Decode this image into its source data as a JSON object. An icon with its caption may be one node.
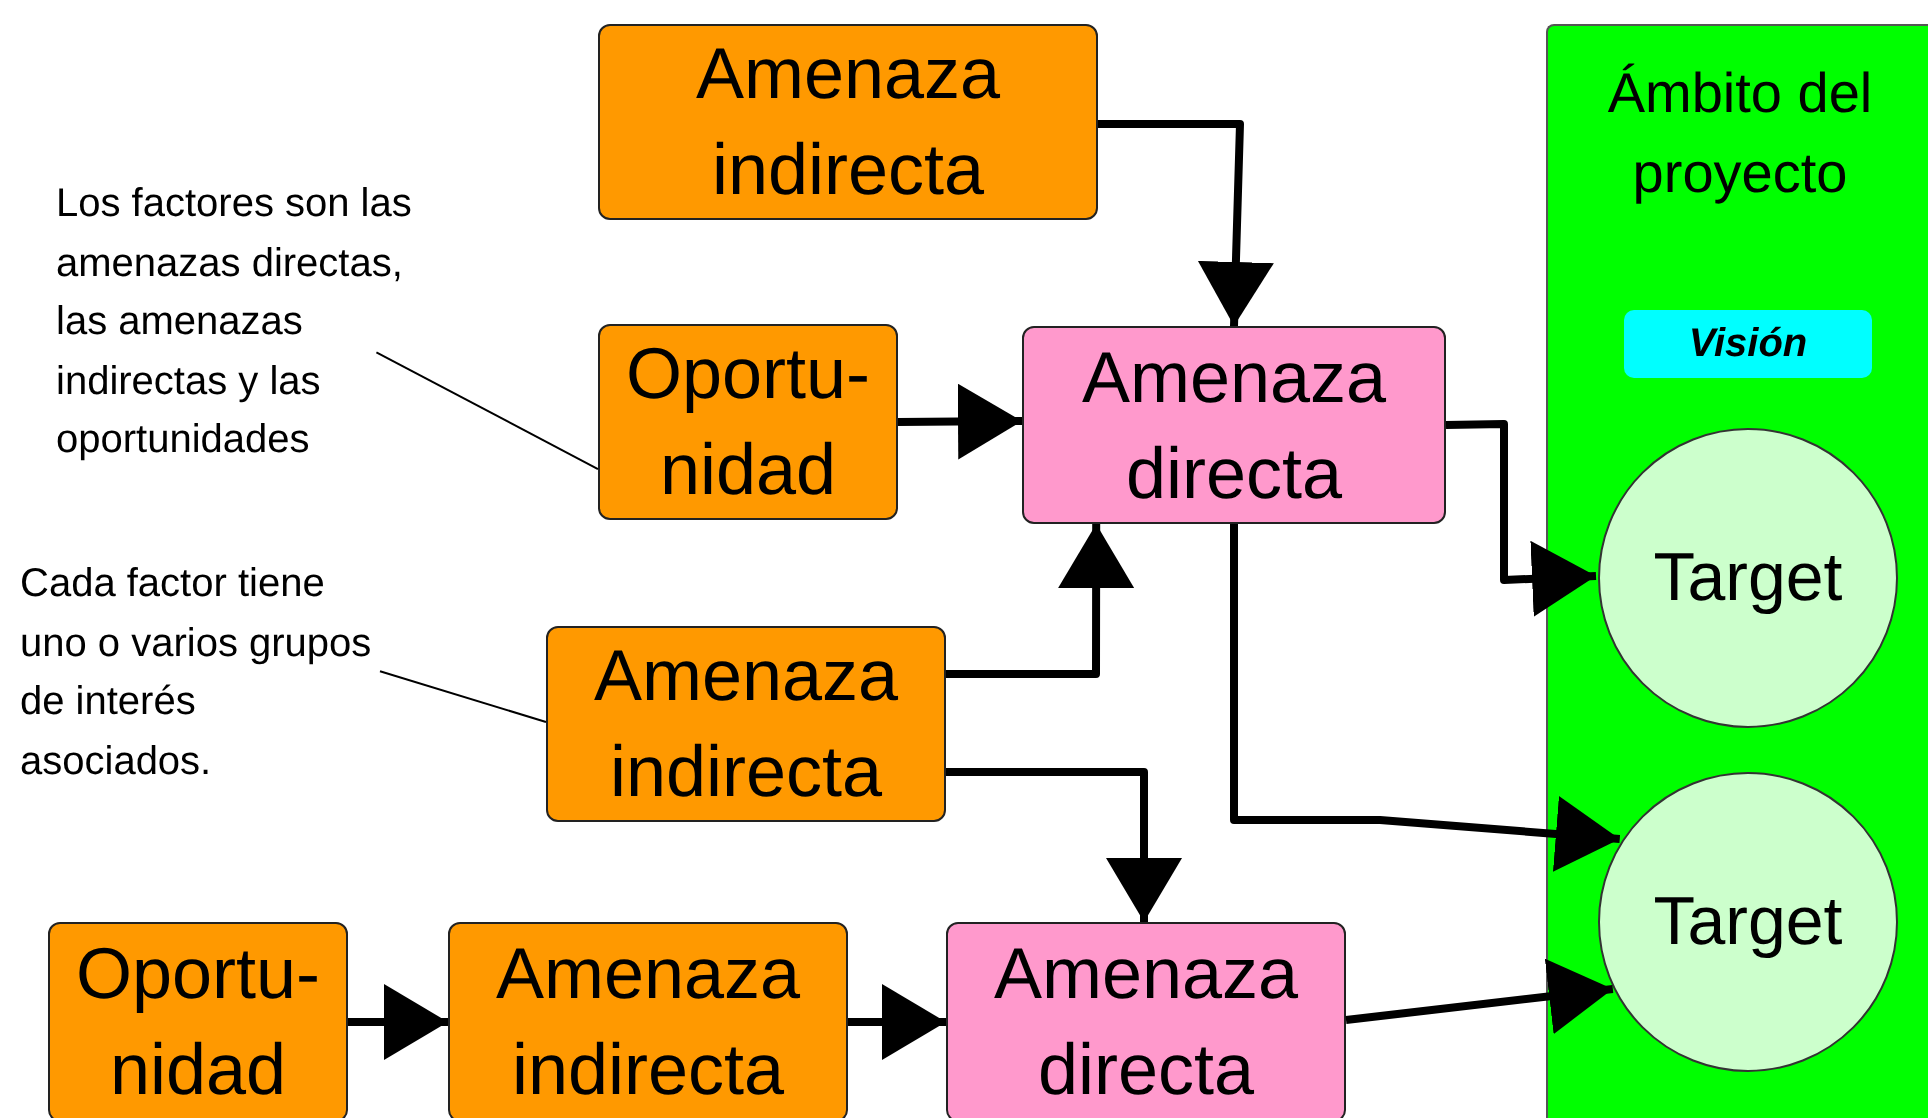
{
  "diagram": {
    "nodes": [
      {
        "text": [
          "Amenaza indirecta"
        ]
      },
      {
        "text": [
          "Los factores son las amenazas directas, las amenazas indirectas y las oportunidades"
        ]
      },
      {
        "text": [
          "Oportu- nidad"
        ]
      },
      {
        "text": [
          "Amenaza directa"
        ]
      },
      {
        "text": [
          "Cada factor tiene uno o varios grupos de interés asociados."
        ]
      },
      {
        "text": [
          "Amenaza indirecta"
        ]
      },
      {
        "text": [
          "Oportu- nidad"
        ]
      },
      {
        "text": [
          "Amenaza indirecta"
        ]
      },
      {
        "text": [
          "Amenaza directa"
        ]
      },
      {
        "text": [
          "Ámbito del proyecto"
        ]
      },
      {
        "text": [
          "Visión"
        ],
        "in": 9
      },
      {
        "text": [
          "Target"
        ],
        "in": 9
      },
      {
        "text": [
          "Target"
        ],
        "in": 9
      }
    ],
    "edges": [
      {
        "from": 0,
        "to": 3,
        "arrow": "to"
      },
      {
        "from": 2,
        "to": 3,
        "arrow": "to"
      },
      {
        "from": 5,
        "to": 3,
        "arrow": "to"
      },
      {
        "from": 5,
        "to": 8,
        "arrow": "to"
      },
      {
        "from": 3,
        "to": 11,
        "arrow": "to"
      },
      {
        "from": 3,
        "to": 12,
        "arrow": "to"
      },
      {
        "from": 8,
        "to": 12,
        "arrow": "to"
      },
      {
        "from": 6,
        "to": 7,
        "arrow": "to"
      },
      {
        "from": 7,
        "to": 8,
        "arrow": "to"
      },
      {
        "from": 1,
        "to": 2,
        "arrow": "none"
      },
      {
        "from": 4,
        "to": 5,
        "arrow": "none"
      }
    ]
  }
}
